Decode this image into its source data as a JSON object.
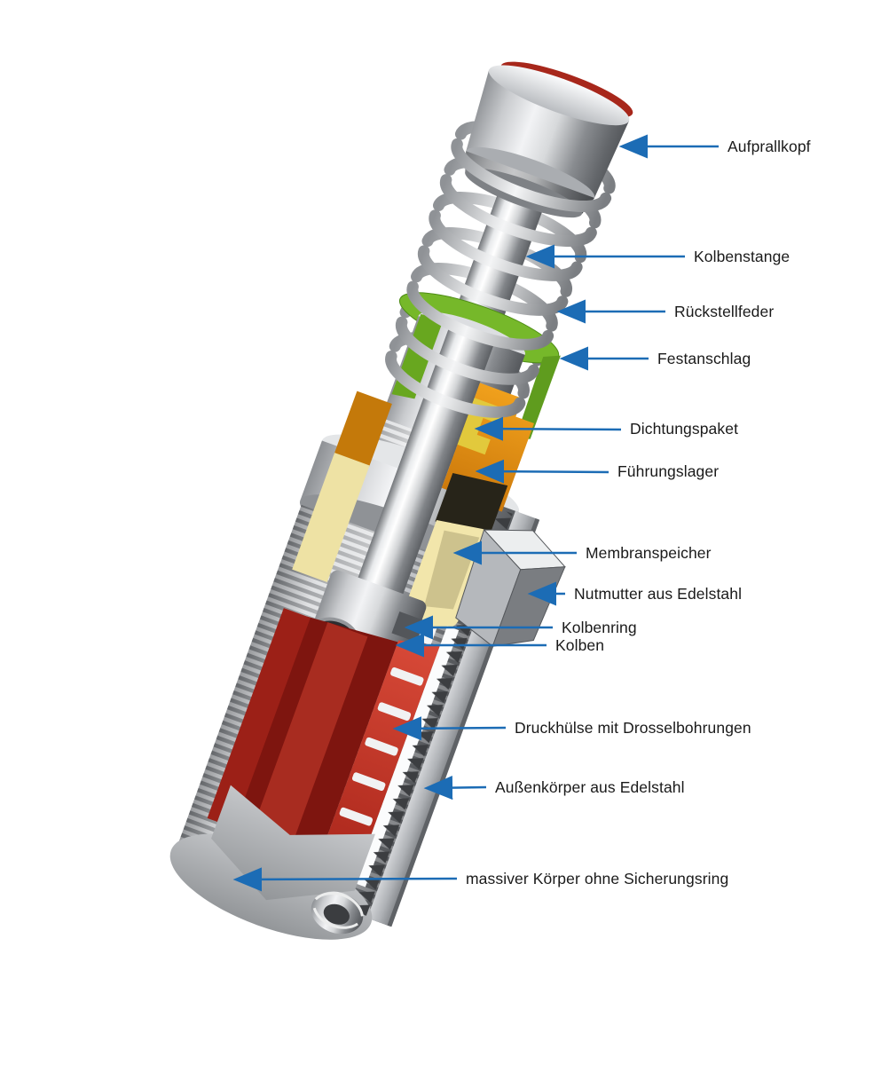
{
  "figure": {
    "background_color": "#ffffff",
    "arrow_color": "#1c6cb5",
    "label_text_color": "#1a1a1a",
    "part_colors": {
      "metal_light": "#f2f3f5",
      "metal_dark": "#63666a",
      "impact_head_ring_red": "#a7271b",
      "fixed_stop_green": "#76b82a",
      "guide_bearing_orange": "#d88a1b",
      "seal_pack_yellow": "#e2c93c",
      "membrane_yellow": "#f2e6ab",
      "pressure_sleeve_red": "#c8372a",
      "sleeve_interior_dark_red": "#7e150f"
    },
    "labels": [
      {
        "text": "Aufprallkopf"
      },
      {
        "text": "Kolbenstange"
      },
      {
        "text": "Rückstellfeder"
      },
      {
        "text": "Festanschlag"
      },
      {
        "text": "Dichtungspaket"
      },
      {
        "text": "Führungslager"
      },
      {
        "text": "Membranspeicher"
      },
      {
        "text": "Nutmutter aus Edelstahl"
      },
      {
        "text": "Kolbenring"
      },
      {
        "text": "Kolben"
      },
      {
        "text": "Druckhülse mit Drosselbohrungen"
      },
      {
        "text": "Außenkörper aus Edelstahl"
      },
      {
        "text": "massiver Körper ohne Sicherungsring"
      }
    ]
  }
}
